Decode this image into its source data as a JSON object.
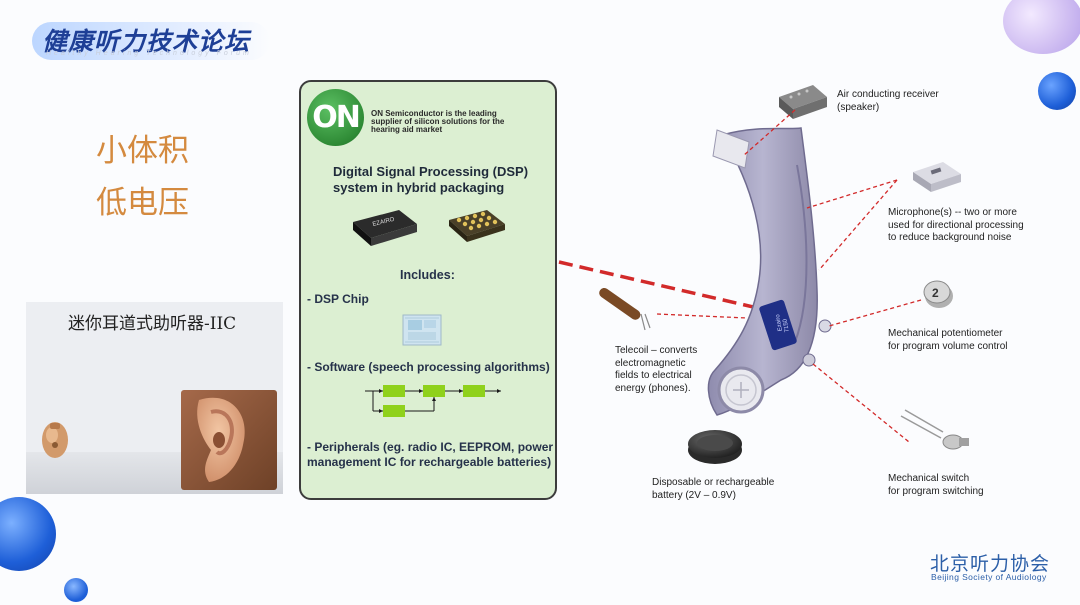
{
  "header": {
    "logo_title": "健康听力技术论坛",
    "logo_subtitle": "Healthy Hearing Technology Forum"
  },
  "features": {
    "line1": "小体积",
    "line2": "低电压"
  },
  "iic_panel": {
    "label": "迷你耳道式助听器-IIC"
  },
  "green_panel": {
    "logo_text": "ON",
    "intro_line1": "ON Semiconductor is the leading",
    "intro_line2": "supplier of silicon solutions for the",
    "intro_line3": "hearing aid market",
    "dsp_title_line1": "Digital Signal Processing (DSP)",
    "dsp_title_line2": "system in hybrid packaging",
    "chip_marking": "EZAIRO",
    "includes": "Includes:",
    "dsp_chip": "- DSP Chip",
    "software": "- Software (speech processing algorithms)",
    "peripherals_line1": "- Peripherals (eg. radio IC, EEPROM, power",
    "peripherals_line2": "management IC for rechargeable batteries)"
  },
  "hearing_aid": {
    "chip_marking_1": "Ezairo",
    "chip_marking_2": "7150"
  },
  "callouts": {
    "receiver_line1": "Air conducting receiver",
    "receiver_line2": "(speaker)",
    "microphone_line1": "Microphone(s) -- two or more",
    "microphone_line2": "used for directional processing",
    "microphone_line3": "to reduce background noise",
    "potentiometer_line1": "Mechanical potentiometer",
    "potentiometer_line2": "for program volume control",
    "telecoil_line1": "Telecoil – converts",
    "telecoil_line2": "electromagnetic",
    "telecoil_line3": "fields to electrical",
    "telecoil_line4": "energy (phones).",
    "battery_line1": "Disposable or rechargeable",
    "battery_line2": "battery (2V – 0.9V)",
    "switch_line1": "Mechanical switch",
    "switch_line2": "for program switching",
    "potentiometer_knob_label": "2"
  },
  "footer": {
    "org_cn": "北京听力协会",
    "org_en": "Beijing Society of Audiology"
  },
  "colors": {
    "accent_blue": "#1e5fd8",
    "feature_orange": "#d48a3f",
    "panel_green": "#dcefd2",
    "dashed_red": "#d22a2a"
  }
}
